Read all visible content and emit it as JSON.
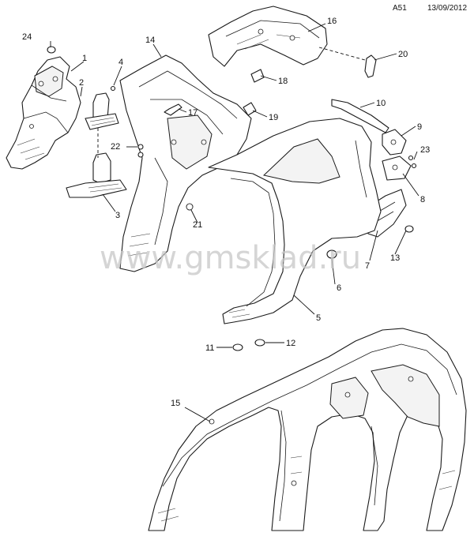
{
  "header": {
    "diagram_code": "A51",
    "date": "13/09/2012"
  },
  "watermark": "www.gmsklad.ru",
  "callouts": [
    "1",
    "2",
    "3",
    "4",
    "5",
    "6",
    "7",
    "8",
    "9",
    "10",
    "11",
    "12",
    "13",
    "14",
    "15",
    "16",
    "17",
    "18",
    "19",
    "20",
    "21",
    "22",
    "23",
    "24"
  ],
  "colors": {
    "line": "#1a1a1a",
    "watermark": "#c8c8c8",
    "background": "#ffffff"
  }
}
